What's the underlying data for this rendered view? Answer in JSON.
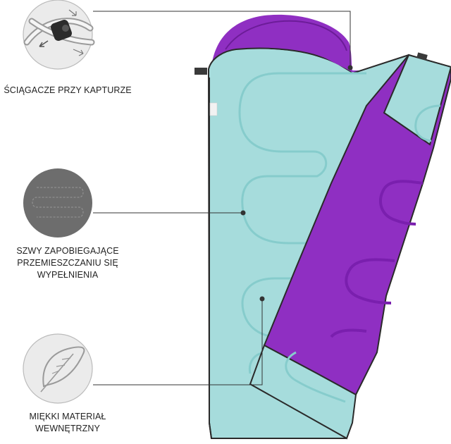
{
  "features": [
    {
      "id": "hood-drawstring",
      "label": "ŚCIĄGACZE PRZY KAPTURZE",
      "icon": "drawstring-toggle-icon"
    },
    {
      "id": "anti-shift-seams",
      "label": "SZWY ZAPOBIEGAJĄCE\nPRZEMIESZCZANIU SIĘ WYPEŁNIENIA",
      "icon": "quilted-seams-icon"
    },
    {
      "id": "soft-lining",
      "label": "MIĘKKI MATERIAŁ WEWNĘTRZNY",
      "icon": "feather-icon"
    }
  ],
  "colors": {
    "lining": "#a6dcdc",
    "lining_seam": "#8bcfcf",
    "shell": "#8f2fc2",
    "shell_dark": "#7a1fae",
    "zipper": "#2a2a2a",
    "circle_light": "#ebebeb",
    "circle_dark": "#6d6d6d",
    "leader_line": "#333333"
  }
}
